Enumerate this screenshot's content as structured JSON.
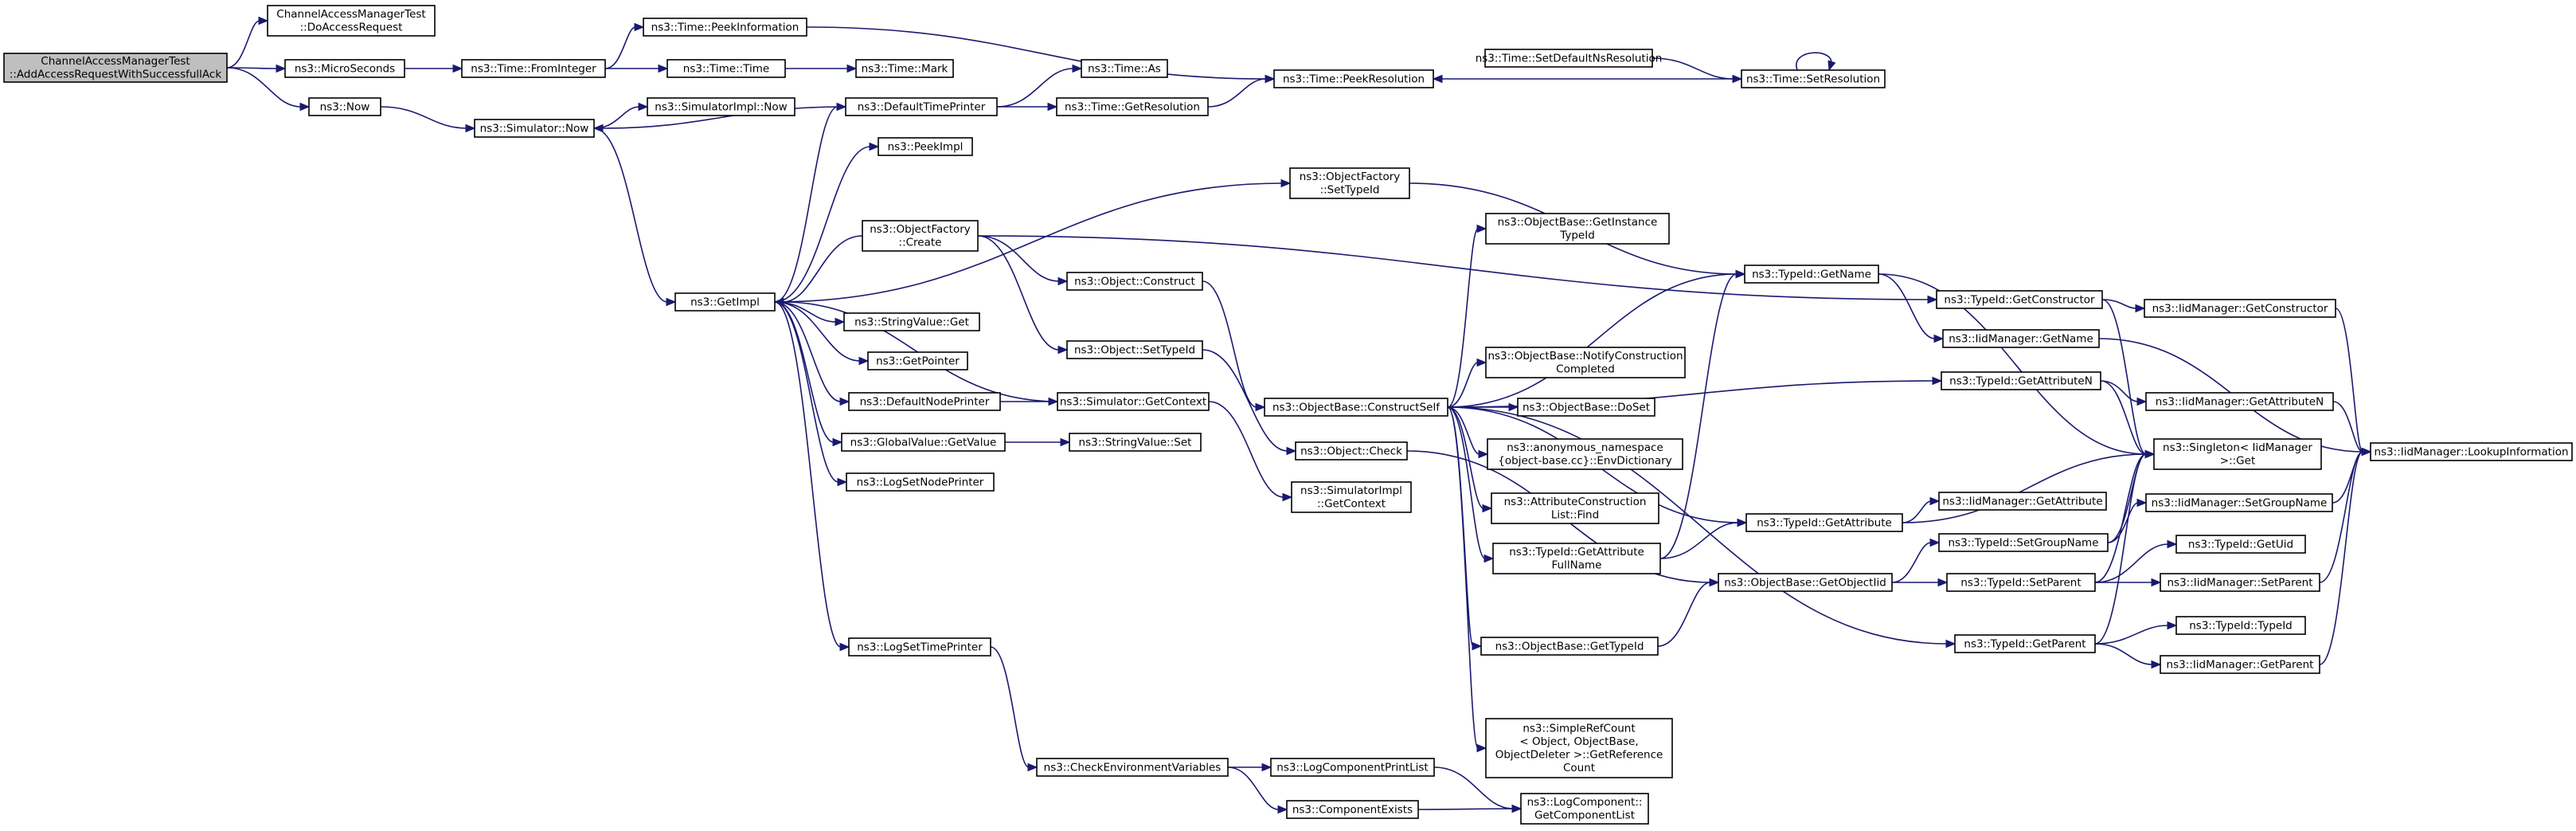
{
  "colors": {
    "edge": "#191970",
    "node_border": "#000000",
    "root_fill": "#bfbfbf",
    "background": "#ffffff"
  },
  "nodes": [
    {
      "id": "root",
      "lines": [
        "ChannelAccessManagerTest",
        "::AddAccessRequestWithSuccessfullAck"
      ],
      "root": true
    },
    {
      "id": "doAccess",
      "lines": [
        "ChannelAccessManagerTest",
        "::DoAccessRequest"
      ]
    },
    {
      "id": "micro",
      "lines": [
        "ns3::MicroSeconds"
      ]
    },
    {
      "id": "now",
      "lines": [
        "ns3::Now"
      ]
    },
    {
      "id": "fromInt",
      "lines": [
        "ns3::Time::FromInteger"
      ]
    },
    {
      "id": "peekInfo",
      "lines": [
        "ns3::Time::PeekInformation"
      ]
    },
    {
      "id": "timeTime",
      "lines": [
        "ns3::Time::Time"
      ]
    },
    {
      "id": "mark",
      "lines": [
        "ns3::Time::Mark"
      ]
    },
    {
      "id": "simNow",
      "lines": [
        "ns3::Simulator::Now"
      ]
    },
    {
      "id": "simImplNow",
      "lines": [
        "ns3::SimulatorImpl::Now"
      ]
    },
    {
      "id": "defTime",
      "lines": [
        "ns3::DefaultTimePrinter"
      ]
    },
    {
      "id": "timeAs",
      "lines": [
        "ns3::Time::As"
      ]
    },
    {
      "id": "getRes",
      "lines": [
        "ns3::Time::GetResolution"
      ]
    },
    {
      "id": "peekRes",
      "lines": [
        "ns3::Time::PeekResolution"
      ]
    },
    {
      "id": "setDefNs",
      "lines": [
        "ns3::Time::SetDefaultNsResolution"
      ]
    },
    {
      "id": "setRes",
      "lines": [
        "ns3::Time::SetResolution"
      ]
    },
    {
      "id": "peekImpl",
      "lines": [
        "ns3::PeekImpl"
      ]
    },
    {
      "id": "ofSetTypeId",
      "lines": [
        "ns3::ObjectFactory",
        "::SetTypeId"
      ]
    },
    {
      "id": "getImpl",
      "lines": [
        "ns3::GetImpl"
      ]
    },
    {
      "id": "ofCreate",
      "lines": [
        "ns3::ObjectFactory",
        "::Create"
      ]
    },
    {
      "id": "objConstruct",
      "lines": [
        "ns3::Object::Construct"
      ]
    },
    {
      "id": "objSetTypeId",
      "lines": [
        "ns3::Object::SetTypeId"
      ]
    },
    {
      "id": "strGet",
      "lines": [
        "ns3::StringValue::Get"
      ]
    },
    {
      "id": "getPointer",
      "lines": [
        "ns3::GetPointer"
      ]
    },
    {
      "id": "defNode",
      "lines": [
        "ns3::DefaultNodePrinter"
      ]
    },
    {
      "id": "simGetCtx",
      "lines": [
        "ns3::Simulator::GetContext"
      ]
    },
    {
      "id": "gvGetValue",
      "lines": [
        "ns3::GlobalValue::GetValue"
      ]
    },
    {
      "id": "strSet",
      "lines": [
        "ns3::StringValue::Set"
      ]
    },
    {
      "id": "logSetNode",
      "lines": [
        "ns3::LogSetNodePrinter"
      ]
    },
    {
      "id": "objCheck",
      "lines": [
        "ns3::Object::Check"
      ]
    },
    {
      "id": "simImplCtx",
      "lines": [
        "ns3::SimulatorImpl",
        "::GetContext"
      ]
    },
    {
      "id": "logSetTime",
      "lines": [
        "ns3::LogSetTimePrinter"
      ]
    },
    {
      "id": "checkEnv",
      "lines": [
        "ns3::CheckEnvironmentVariables"
      ]
    },
    {
      "id": "logCompPrint",
      "lines": [
        "ns3::LogComponentPrintList"
      ]
    },
    {
      "id": "compExists",
      "lines": [
        "ns3::ComponentExists"
      ]
    },
    {
      "id": "getCompList",
      "lines": [
        "ns3::LogComponent::",
        "GetComponentList"
      ]
    },
    {
      "id": "constructSelf",
      "lines": [
        "ns3::ObjectBase::ConstructSelf"
      ]
    },
    {
      "id": "obGetInstTid",
      "lines": [
        "ns3::ObjectBase::GetInstance",
        "TypeId"
      ]
    },
    {
      "id": "obNotify",
      "lines": [
        "ns3::ObjectBase::NotifyConstruction",
        "Completed"
      ]
    },
    {
      "id": "obDoSet",
      "lines": [
        "ns3::ObjectBase::DoSet"
      ]
    },
    {
      "id": "envDict",
      "lines": [
        "ns3::anonymous_namespace",
        "{object-base.cc}::EnvDictionary"
      ]
    },
    {
      "id": "attrFind",
      "lines": [
        "ns3::AttributeConstruction",
        "List::Find"
      ]
    },
    {
      "id": "tidAttrFull",
      "lines": [
        "ns3::TypeId::GetAttribute",
        "FullName"
      ]
    },
    {
      "id": "obGetTid",
      "lines": [
        "ns3::ObjectBase::GetTypeId"
      ]
    },
    {
      "id": "simpleRef",
      "lines": [
        "ns3::SimpleRefCount",
        "< Object, ObjectBase,",
        "ObjectDeleter >::GetReference",
        "Count"
      ]
    },
    {
      "id": "tidGetName",
      "lines": [
        "ns3::TypeId::GetName"
      ]
    },
    {
      "id": "tidGetAttr",
      "lines": [
        "ns3::TypeId::GetAttribute"
      ]
    },
    {
      "id": "obGetObjTid",
      "lines": [
        "ns3::ObjectBase::GetObjectIid"
      ]
    },
    {
      "id": "tidGetCtor",
      "lines": [
        "ns3::TypeId::GetConstructor"
      ]
    },
    {
      "id": "iidGetName",
      "lines": [
        "ns3::IidManager::GetName"
      ]
    },
    {
      "id": "tidGetAttrN",
      "lines": [
        "ns3::TypeId::GetAttributeN"
      ]
    },
    {
      "id": "iidGetAttr",
      "lines": [
        "ns3::IidManager::GetAttribute"
      ]
    },
    {
      "id": "tidSetGroup",
      "lines": [
        "ns3::TypeId::SetGroupName"
      ]
    },
    {
      "id": "tidSetParent",
      "lines": [
        "ns3::TypeId::SetParent"
      ]
    },
    {
      "id": "tidGetParent",
      "lines": [
        "ns3::TypeId::GetParent"
      ]
    },
    {
      "id": "iidGetCtor",
      "lines": [
        "ns3::IidManager::GetConstructor"
      ]
    },
    {
      "id": "iidGetAttrN",
      "lines": [
        "ns3::IidManager::GetAttributeN"
      ]
    },
    {
      "id": "singleton",
      "lines": [
        "ns3::Singleton< IidManager",
        " >::Get"
      ]
    },
    {
      "id": "iidSetGroup",
      "lines": [
        "ns3::IidManager::SetGroupName"
      ]
    },
    {
      "id": "tidGetUid",
      "lines": [
        "ns3::TypeId::GetUid"
      ]
    },
    {
      "id": "iidSetParent",
      "lines": [
        "ns3::IidManager::SetParent"
      ]
    },
    {
      "id": "tidTypeId",
      "lines": [
        "ns3::TypeId::TypeId"
      ]
    },
    {
      "id": "iidGetParent",
      "lines": [
        "ns3::IidManager::GetParent"
      ]
    },
    {
      "id": "iidLookup",
      "lines": [
        "ns3::IidManager::LookupInformation"
      ]
    }
  ]
}
